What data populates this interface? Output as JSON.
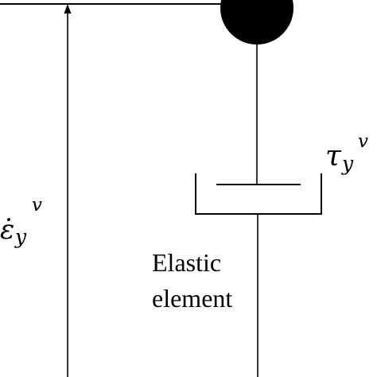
{
  "diagram": {
    "strain_rate": {
      "base": "ε̇",
      "sub": "y",
      "sup": "v"
    },
    "stress": {
      "base": "τ",
      "sub": "y",
      "sup": "v"
    },
    "elastic_label": {
      "line1": "Elastic",
      "line2": "element"
    }
  }
}
